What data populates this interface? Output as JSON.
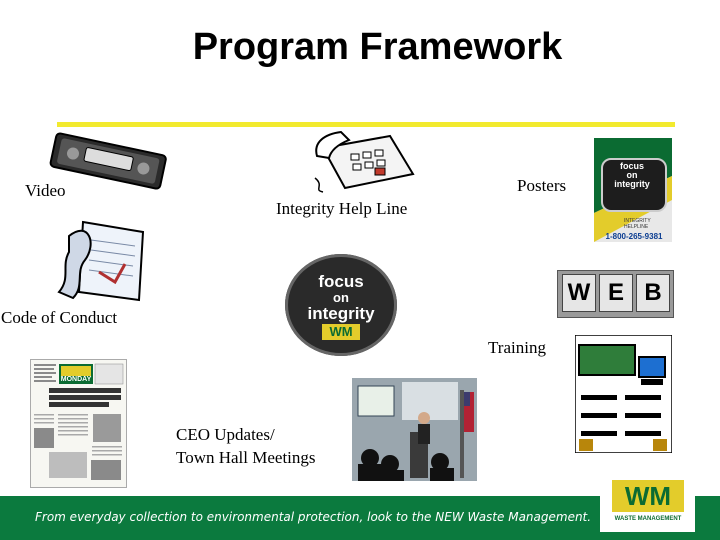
{
  "slide": {
    "title": "Program Framework",
    "labels": {
      "video": "Video",
      "help_line": "Integrity Help Line",
      "posters": "Posters",
      "code_of_conduct": "Code of Conduct",
      "training": "Training",
      "ceo_line1": "CEO Updates/",
      "ceo_line2": "Town Hall Meetings"
    },
    "poster": {
      "brand_line1": "focus",
      "brand_line2": "on",
      "brand_line3": "integrity",
      "helpline_label": "INTEGRITY HELPLINE",
      "helpline_number": "1-800-265-9381"
    },
    "web_keys": [
      "W",
      "E",
      "B"
    ],
    "logo": {
      "line1": "focus",
      "line2": "on",
      "line3": "integrity",
      "mark": "WM"
    },
    "newsletter": {
      "masthead": "MONDAY"
    },
    "footer": {
      "tagline": "From everyday collection to environmental protection, look to the NEW Waste Management.",
      "logo_mark": "WM",
      "logo_sub": "WASTE MANAGEMENT"
    }
  }
}
